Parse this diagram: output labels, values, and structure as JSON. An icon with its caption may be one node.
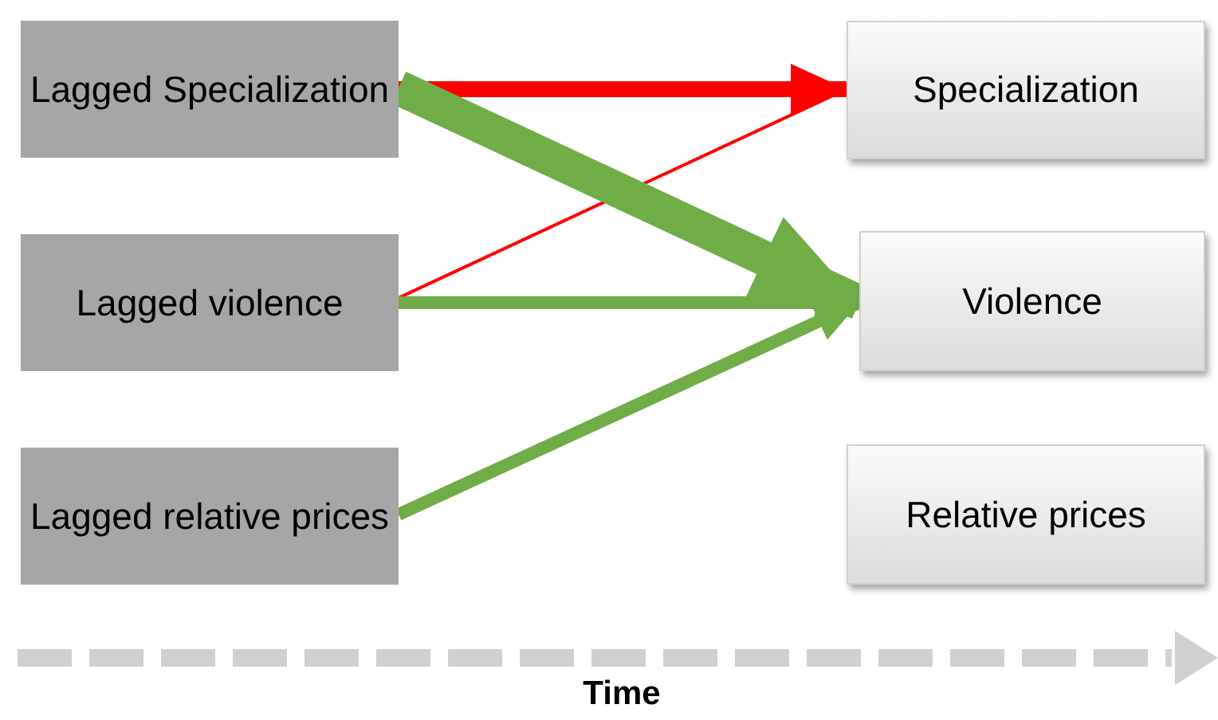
{
  "diagram": {
    "nodes": [
      {
        "text": [
          "Lagged Specialization"
        ]
      },
      {
        "text": [
          "Lagged violence"
        ]
      },
      {
        "text": [
          "Lagged relative prices"
        ]
      },
      {
        "text": [
          "Specialization"
        ]
      },
      {
        "text": [
          "Violence"
        ]
      },
      {
        "text": [
          "Relative prices"
        ]
      }
    ],
    "edges": [
      {
        "from": 0,
        "to": 3,
        "arrow": "to",
        "color": "#ff0000"
      },
      {
        "from": 1,
        "to": 3,
        "arrow": "none",
        "color": "#ff0000"
      },
      {
        "from": 0,
        "to": 4,
        "arrow": "to",
        "style": "thick"
      },
      {
        "from": 1,
        "to": 4,
        "arrow": "to"
      },
      {
        "from": 2,
        "to": 4,
        "arrow": "to"
      }
    ],
    "labels": [
      "Time"
    ]
  }
}
